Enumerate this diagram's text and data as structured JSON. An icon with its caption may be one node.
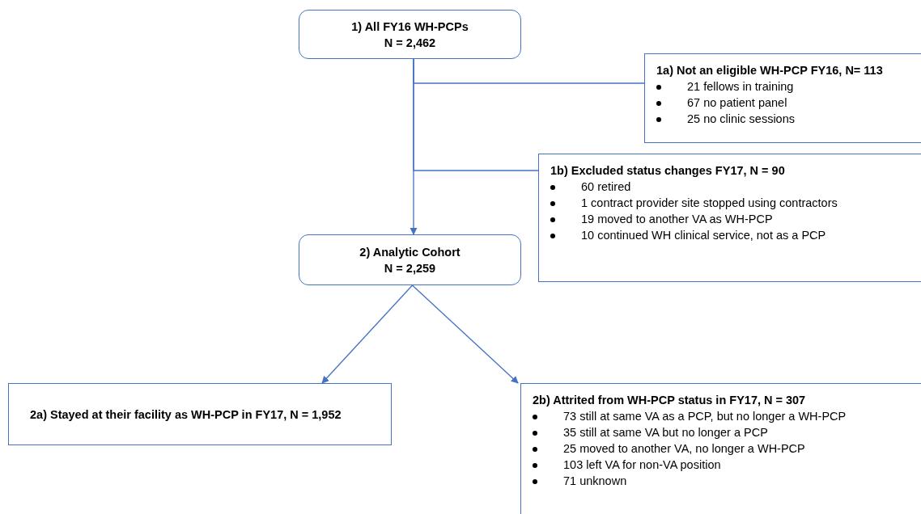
{
  "diagram": {
    "nodes": [
      {
        "text": [
          "1) All FY16 WH-PCPs",
          "N = 2,462"
        ]
      },
      {
        "text": [
          "1a) Not an eligible WH-PCP FY16, N= 113",
          "21 fellows in training",
          "67 no patient panel",
          "25 no clinic sessions"
        ]
      },
      {
        "text": [
          "1b) Excluded status changes FY17, N = 90",
          "60 retired",
          "1 contract provider site stopped using contractors",
          "19 moved to another VA as WH-PCP",
          "10 continued WH clinical service, not as a PCP"
        ]
      },
      {
        "text": [
          "2) Analytic Cohort",
          "N = 2,259"
        ]
      },
      {
        "text": [
          "2a) Stayed at their facility as WH-PCP in FY17, N = 1,952"
        ]
      },
      {
        "text": [
          "2b) Attrited from WH-PCP status in FY17, N = 307",
          "73 still at same VA as a PCP, but no longer a WH-PCP",
          "35 still at same VA but no longer a PCP",
          "25 moved to another VA, no longer a WH-PCP",
          "103 left VA for non-VA position",
          "71 unknown"
        ]
      }
    ],
    "edges": [
      {
        "from": 0,
        "to": 1,
        "arrow": "none"
      },
      {
        "from": 0,
        "to": 2,
        "arrow": "none"
      },
      {
        "from": 0,
        "to": 3,
        "arrow": "to"
      },
      {
        "from": 3,
        "to": 4,
        "arrow": "to"
      },
      {
        "from": 3,
        "to": 5,
        "arrow": "to"
      }
    ]
  }
}
